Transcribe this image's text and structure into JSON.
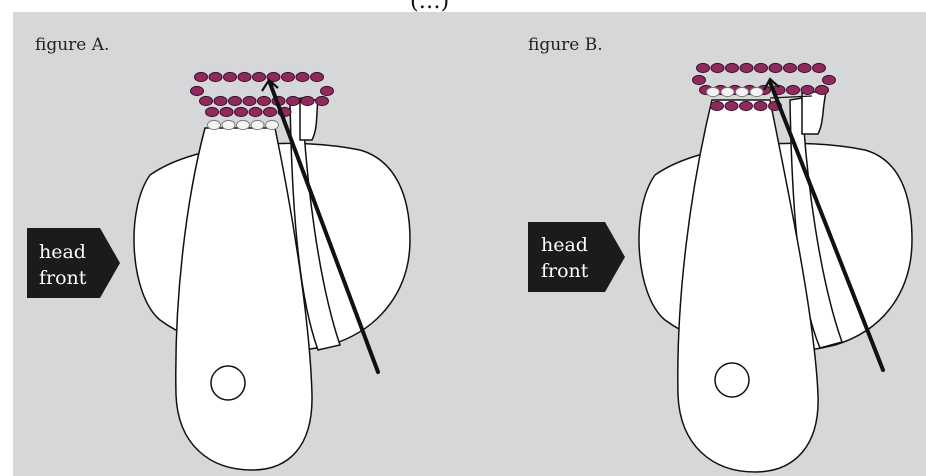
{
  "colors": {
    "panel_bg": "#d6d7d9",
    "bead_purple": "#8e2a5e",
    "bead_white": "#f4f4f4",
    "tag_bg": "#1c1b1c",
    "line": "#111111"
  },
  "figures": [
    {
      "caption": "figure A.",
      "tag_line1": "head",
      "tag_line2": "front"
    },
    {
      "caption": "figure B.",
      "tag_line1": "head",
      "tag_line2": "front"
    }
  ],
  "top_partial_text": "(…)"
}
